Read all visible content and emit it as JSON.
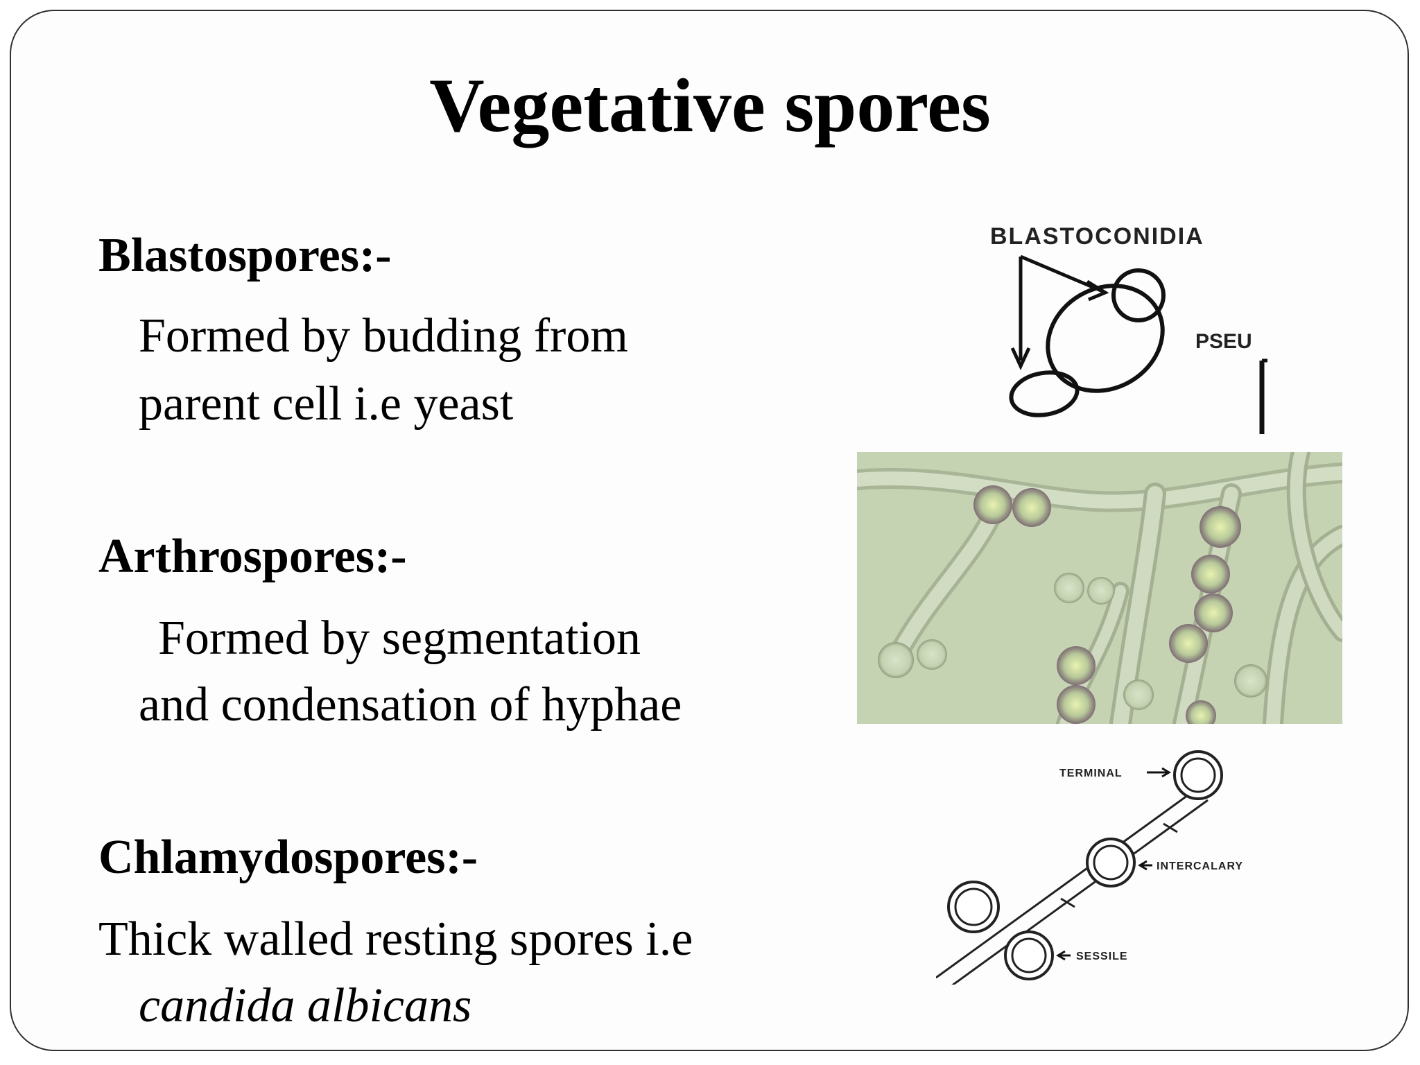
{
  "slide": {
    "title": "Vegetative spores"
  },
  "sections": [
    {
      "heading": "Blastospores:-",
      "lines": [
        "Formed by budding from",
        "parent cell i.e yeast"
      ]
    },
    {
      "heading": "Arthrospores:-",
      "lines": [
        "Formed by segmentation",
        "and condensation of hyphae"
      ]
    },
    {
      "heading": "Chlamydospores:-",
      "line1": "Thick walled resting spores i.e",
      "line2_italic": "candida albicans"
    }
  ],
  "figures": {
    "blastoconidia": {
      "label": "BLASTOCONIDIA",
      "cropped_label": "PSEU"
    },
    "micrograph": {
      "description_icon": "hyphae-micrograph",
      "background": "#c6d3b3"
    },
    "chlamydospore": {
      "labels": {
        "terminal": "TERMINAL",
        "intercalary": "INTERCALARY",
        "sessile": "SESSILE"
      }
    }
  }
}
